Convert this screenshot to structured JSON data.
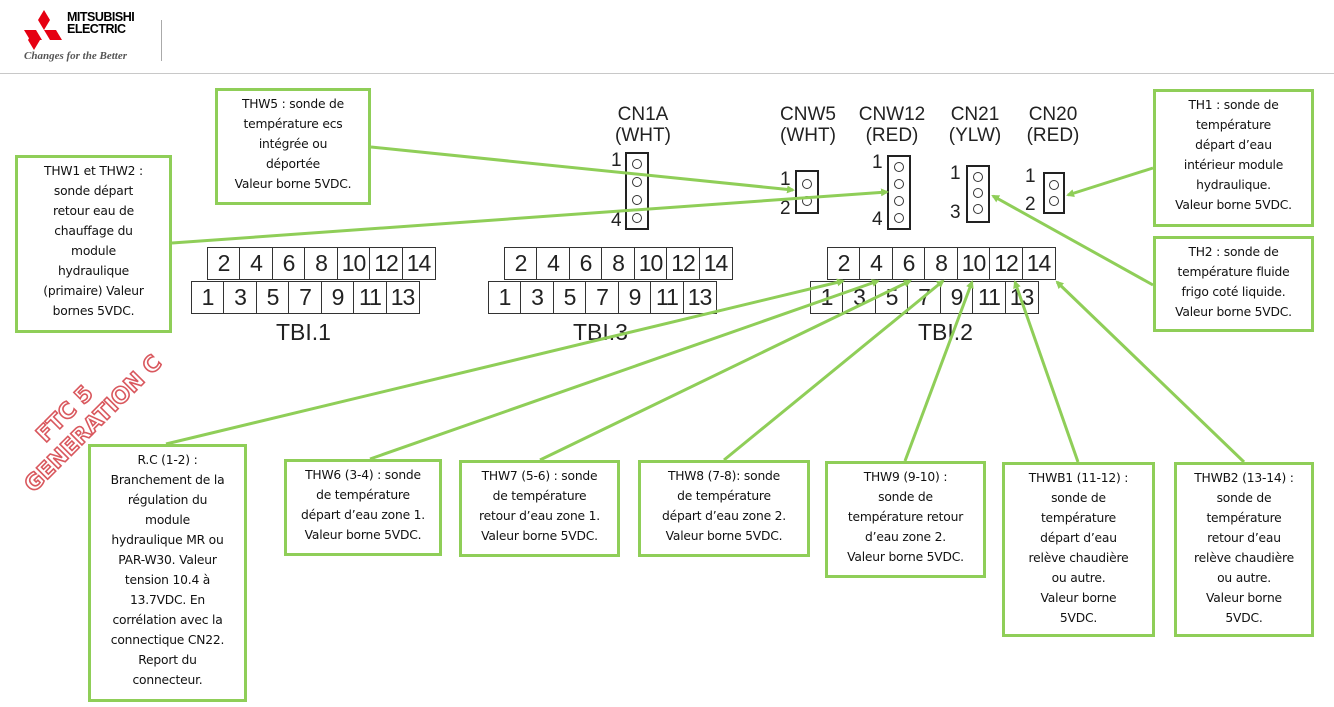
{
  "brand": {
    "name_line1": "MITSUBISHI",
    "name_line2": "ELECTRIC",
    "tagline": "Changes for the Better",
    "logo_icon": "three-diamonds-logo-icon",
    "logo_color": "#e60012"
  },
  "watermark": {
    "line1": "FTC 5",
    "line2": "GENERATION C",
    "color": "#d9585e"
  },
  "colors": {
    "callout_border": "#8fce58",
    "wire": "#8fce58"
  },
  "connectors": [
    {
      "id": "CN1A",
      "name": "CN1A",
      "color": "(WHT)",
      "pins": 4,
      "first_pin": "1",
      "last_pin": "4"
    },
    {
      "id": "CNW5",
      "name": "CNW5",
      "color": "(WHT)",
      "pins": 2,
      "first_pin": "1",
      "last_pin": "2"
    },
    {
      "id": "CNW12",
      "name": "CNW12",
      "color": "(RED)",
      "pins": 4,
      "first_pin": "1",
      "last_pin": "4"
    },
    {
      "id": "CN21",
      "name": "CN21",
      "color": "(YLW)",
      "pins": 3,
      "first_pin": "1",
      "last_pin": "3"
    },
    {
      "id": "CN20",
      "name": "CN20",
      "color": "(RED)",
      "pins": 2,
      "first_pin": "1",
      "last_pin": "2"
    }
  ],
  "terminal_blocks": [
    {
      "name": "TBI.1",
      "top_row": [
        "2",
        "4",
        "6",
        "8",
        "10",
        "12",
        "14"
      ],
      "bottom_row": [
        "1",
        "3",
        "5",
        "7",
        "9",
        "11",
        "13"
      ]
    },
    {
      "name": "TBI.3",
      "top_row": [
        "2",
        "4",
        "6",
        "8",
        "10",
        "12",
        "14"
      ],
      "bottom_row": [
        "1",
        "3",
        "5",
        "7",
        "9",
        "11",
        "13"
      ]
    },
    {
      "name": "TBI.2",
      "top_row": [
        "2",
        "4",
        "6",
        "8",
        "10",
        "12",
        "14"
      ],
      "bottom_row": [
        "1",
        "3",
        "5",
        "7",
        "9",
        "11",
        "13"
      ]
    }
  ],
  "callouts": {
    "thw5": "THW5 : sonde de\ntempérature ecs\nintégrée ou\ndéportée\nValeur borne 5VDC.",
    "thw1_thw2": "THW1 et THW2 :\nsonde départ\nretour eau de\nchauffage du\nmodule\nhydraulique\n(primaire)  Valeur\nbornes 5VDC.",
    "th1": "TH1 : sonde de\ntempérature\ndépart d’eau\nintérieur module\nhydraulique.\nValeur borne 5VDC.",
    "th2": "TH2 : sonde de\ntempérature fluide\nfrigo coté liquide.\nValeur borne 5VDC.",
    "rc": "R.C (1-2) :\nBranchement de la\nrégulation du\nmodule\nhydraulique MR ou\nPAR-W30. Valeur\ntension 10.4 à\n13.7VDC. En\ncorrélation avec la\nconnectique CN22.\nReport du\nconnecteur.",
    "thw6": "THW6 (3-4) : sonde\nde température\ndépart d’eau zone 1.\nValeur borne 5VDC.",
    "thw7": "THW7 (5-6) : sonde\nde température\nretour d’eau zone 1.\nValeur borne 5VDC.",
    "thw8": "THW8 (7-8): sonde\nde température\ndépart  d’eau zone 2.\nValeur borne 5VDC.",
    "thw9": "THW9 (9-10) :\nsonde de\ntempérature retour\nd’eau zone 2.\nValeur borne 5VDC.",
    "thwb1": "THWB1 (11-12) :\nsonde de\ntempérature\ndépart d’eau\nrelève chaudière\nou autre.\nValeur borne\n5VDC.",
    "thwb2": "THWB2 (13-14) :\nsonde de\ntempérature\nretour d’eau\nrelève chaudière\nou autre.\nValeur borne\n5VDC."
  }
}
